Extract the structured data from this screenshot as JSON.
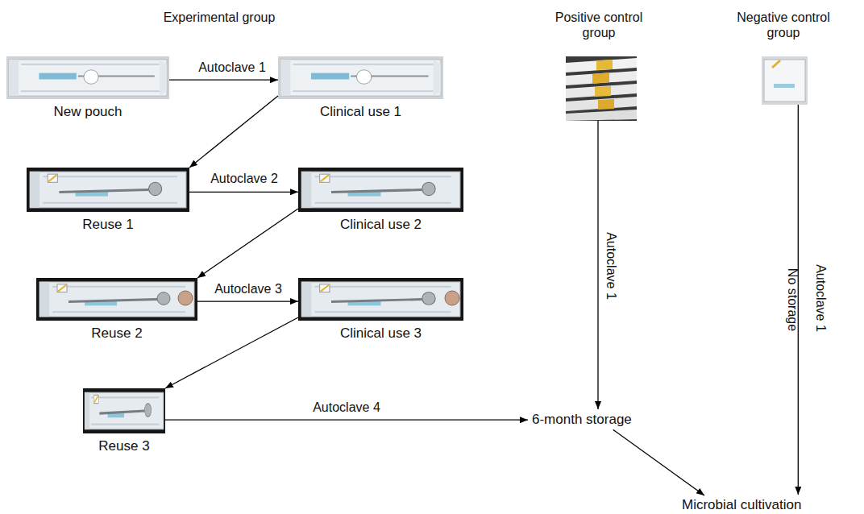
{
  "diagram": {
    "nodes": [
      {
        "text": [
          "New pouch"
        ]
      },
      {
        "text": [
          "Clinical use 1"
        ]
      },
      {
        "text": [
          "Reuse 1"
        ]
      },
      {
        "text": [
          "Clinical use 2"
        ]
      },
      {
        "text": [
          "Reuse 2"
        ]
      },
      {
        "text": [
          "Clinical use 3"
        ]
      },
      {
        "text": [
          "Reuse 3"
        ]
      },
      {
        "text": [
          "Positive control group"
        ]
      },
      {
        "text": [
          "Negative control group"
        ]
      },
      {
        "text": [
          "6-month storage"
        ]
      },
      {
        "text": [
          "Microbial cultivation"
        ]
      }
    ],
    "edges": [
      {
        "from": 0,
        "to": 1,
        "arrow": "to",
        "label": "Autoclave 1"
      },
      {
        "from": 1,
        "to": 2,
        "arrow": "to"
      },
      {
        "from": 2,
        "to": 3,
        "arrow": "to",
        "label": "Autoclave 2"
      },
      {
        "from": 3,
        "to": 4,
        "arrow": "to"
      },
      {
        "from": 4,
        "to": 5,
        "arrow": "to",
        "label": "Autoclave 3"
      },
      {
        "from": 5,
        "to": 6,
        "arrow": "to"
      },
      {
        "from": 6,
        "to": 9,
        "arrow": "to",
        "label": "Autoclave 4"
      },
      {
        "from": 7,
        "to": 9,
        "arrow": "to",
        "label": "Autoclave 1"
      },
      {
        "from": 9,
        "to": 10,
        "arrow": "to"
      },
      {
        "from": 8,
        "to": 10,
        "arrow": "to",
        "label": "Autoclave 1"
      }
    ],
    "labels": [
      "Experimental group",
      "No storage"
    ]
  }
}
